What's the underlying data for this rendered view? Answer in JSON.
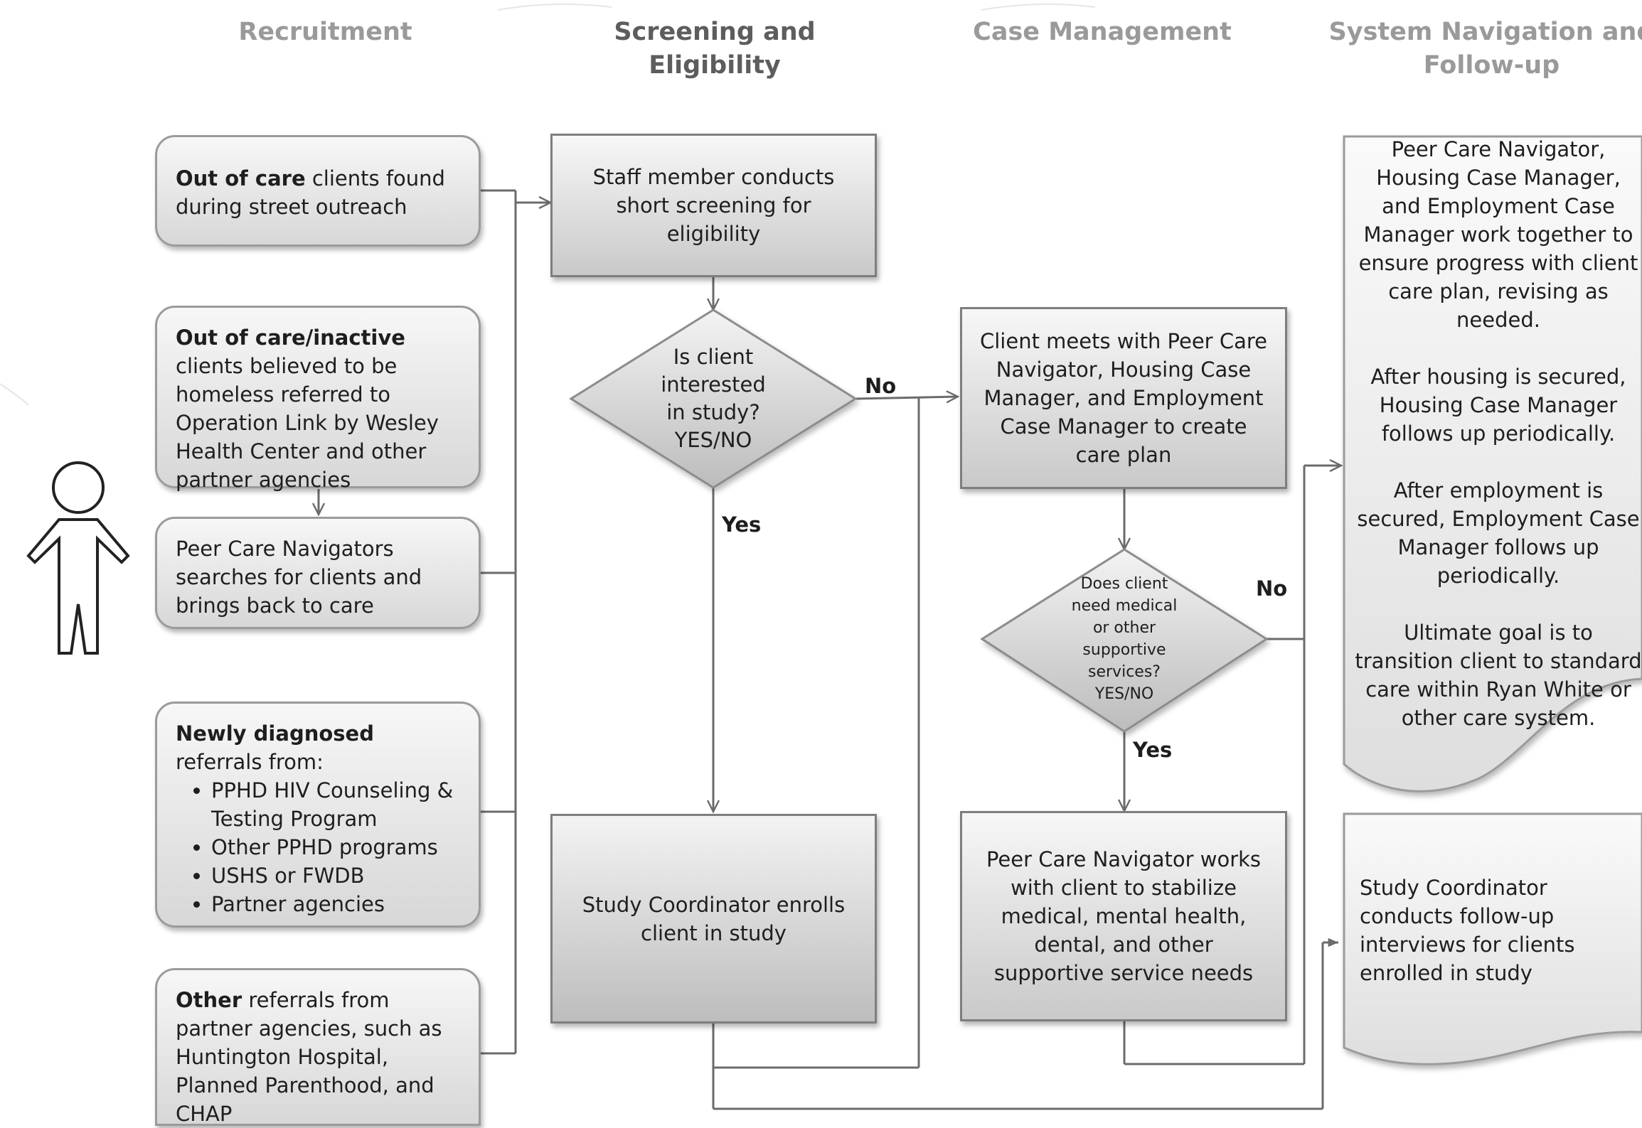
{
  "columns": {
    "recruitment": "Recruitment",
    "screening": "Screening and Eligibility",
    "case_management": "Case Management",
    "navigation_line1": "System Navigation and",
    "navigation_line2": "Follow-up"
  },
  "recruitment": {
    "outreach": {
      "bold": "Out of care",
      "text": " clients found during street outreach"
    },
    "inactive": {
      "bold": "Out of care/inactive",
      "text": " clients believed to be homeless referred to Operation Link by Wesley Health Center and other partner agencies"
    },
    "navigators": "Peer Care Navigators searches for clients and brings back to care",
    "newly": {
      "bold": "Newly diagnosed",
      "text": " referrals from:",
      "items": [
        "PPHD HIV Counseling & Testing Program",
        "Other PPHD programs",
        "USHS or FWDB",
        "Partner agencies"
      ]
    },
    "other": {
      "bold": "Other",
      "text": " referrals from partner agencies, such as Huntington Hospital, Planned Parenthood, and CHAP"
    }
  },
  "screening": {
    "short_screen": "Staff member conducts short screening for eligibility",
    "interested_line1": "Is client",
    "interested_line2": "interested",
    "interested_line3": "in study?",
    "interested_line4": "YES/NO",
    "enroll": "Study Coordinator enrolls client in study",
    "label_no": "No",
    "label_yes": "Yes"
  },
  "case_management": {
    "care_plan": "Client meets with Peer Care Navigator, Housing Case Manager, and Employment Case Manager to create care plan",
    "needs_line1": "Does client",
    "needs_line2": "need medical",
    "needs_line3": "or other",
    "needs_line4": "supportive",
    "needs_line5": "services?",
    "needs_line6": "YES/NO",
    "stabilize": "Peer Care Navigator works with client to stabilize medical, mental health, dental, and other supportive service needs",
    "label_no": "No",
    "label_yes": "Yes"
  },
  "navigation": {
    "p1": "Peer Care Navigator, Housing Case Manager, and Employment Case Manager work together to ensure progress with client care plan, revising as needed.",
    "p2": "After housing is secured, Housing Case Manager follows up periodically.",
    "p3": "After employment is secured, Employment Case Manager follows up periodically.",
    "p4": "Ultimate goal is to transition client to standard care within Ryan White or other care system.",
    "followup": "Study Coordinator conducts follow-up interviews for clients enrolled in study"
  },
  "colors": {
    "connector": "#6b6b6b",
    "box_border": "#8c8c8c",
    "header_dim": "#9a9a9a",
    "header_dark": "#5d5d5d"
  },
  "icons": {
    "person": "stick-figure-icon"
  }
}
